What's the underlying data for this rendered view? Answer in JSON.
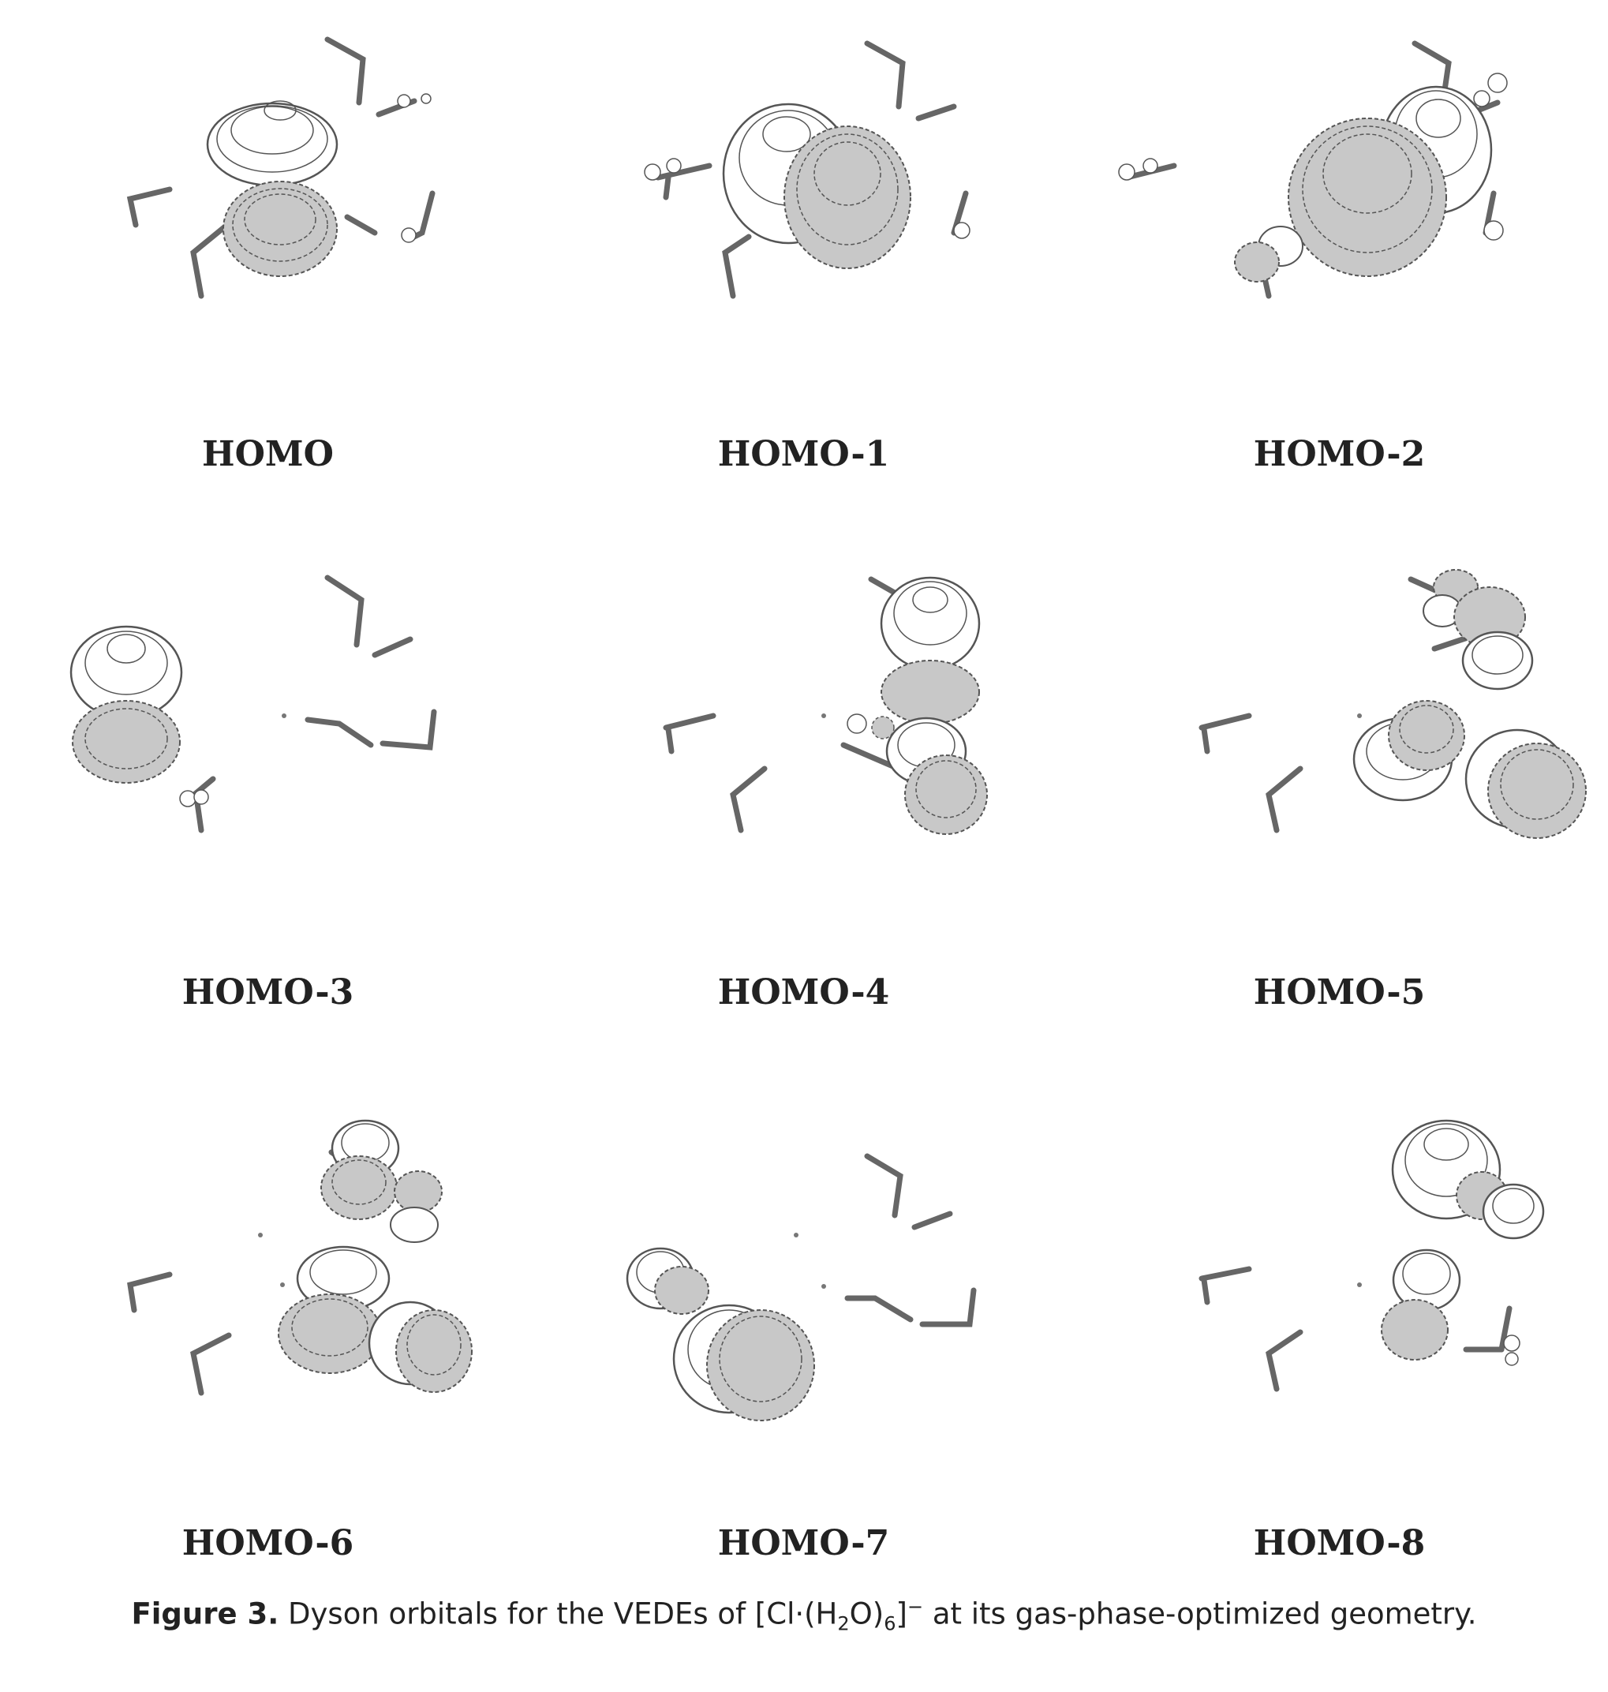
{
  "figure": {
    "panels": [
      {
        "label": "HOMO"
      },
      {
        "label": "HOMO-1"
      },
      {
        "label": "HOMO-2"
      },
      {
        "label": "HOMO-3"
      },
      {
        "label": "HOMO-4"
      },
      {
        "label": "HOMO-5"
      },
      {
        "label": "HOMO-6"
      },
      {
        "label": "HOMO-7"
      },
      {
        "label": "HOMO-8"
      }
    ],
    "colors": {
      "positive_lobe": "#ffffff",
      "negative_lobe": "#c8c8c8",
      "contour_line": "#555555",
      "bond_line": "#666666"
    }
  },
  "caption": {
    "label": "Figure 3.",
    "text_before": " Dyson orbitals for the VEDEs of [Cl·(H",
    "sub1": "2",
    "text_mid": "O)",
    "sub2": "6",
    "text_after": "]",
    "sup": "−",
    "text_end": " at its gas-phase-optimized geometry."
  }
}
